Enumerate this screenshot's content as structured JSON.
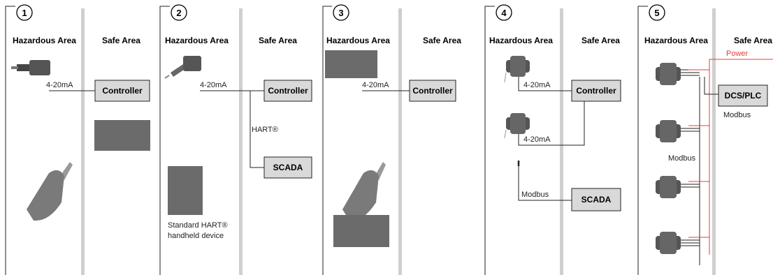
{
  "panels": [
    {
      "number": "1",
      "hazardous": "Hazardous Area",
      "safe": "Safe Area"
    },
    {
      "number": "2",
      "hazardous": "Hazardous Area",
      "safe": "Safe Area"
    },
    {
      "number": "3",
      "hazardous": "Hazardous Area",
      "safe": "Safe Area"
    },
    {
      "number": "4",
      "hazardous": "Hazardous Area",
      "safe": "Safe Area"
    },
    {
      "number": "5",
      "hazardous": "Hazardous Area",
      "safe": "Safe Area"
    }
  ],
  "labels": {
    "p1_signal": "4-20mA",
    "p1_controller": "Controller",
    "p2_signal": "4-20mA",
    "p2_controller": "Controller",
    "p2_hart": "HART®",
    "p2_scada": "SCADA",
    "p2_handheld_line1": "Standard HART®",
    "p2_handheld_line2": "handheld device",
    "p3_signal": "4-20mA",
    "p3_controller": "Controller",
    "p4_signal_a": "4-20mA",
    "p4_signal_b": "4-20mA",
    "p4_controller": "Controller",
    "p4_modbus": "Modbus",
    "p4_scada": "SCADA",
    "p5_power": "Power",
    "p5_dcs": "DCS/PLC",
    "p5_modbus_a": "Modbus",
    "p5_modbus_b": "Modbus"
  },
  "colors": {
    "power": "#e0403a",
    "box_fill": "#d9d9d9",
    "divider": "#cfcfcf"
  }
}
